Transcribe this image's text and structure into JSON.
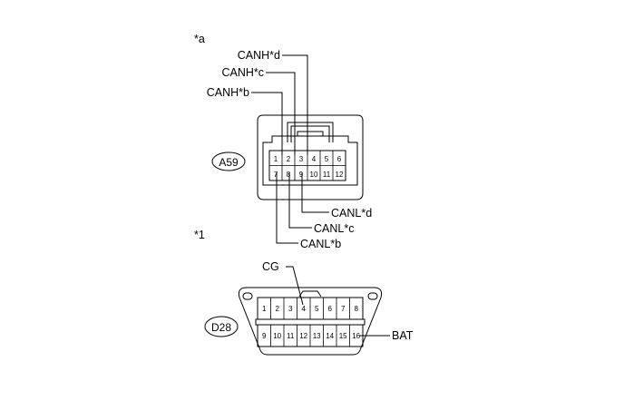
{
  "connector_a": {
    "marker": "*a",
    "id": "A59",
    "top_pins": [
      "1",
      "2",
      "3",
      "4",
      "5",
      "6"
    ],
    "bottom_pins": [
      "7",
      "8",
      "9",
      "10",
      "11",
      "12"
    ],
    "labels": {
      "canh_d": "CANH*d",
      "canh_c": "CANH*c",
      "canh_b": "CANH*b",
      "canl_d": "CANL*d",
      "canl_c": "CANL*c",
      "canl_b": "CANL*b"
    }
  },
  "connector_1": {
    "marker": "*1",
    "id": "D28",
    "top_pins": [
      "1",
      "2",
      "3",
      "4",
      "5",
      "6",
      "7",
      "8"
    ],
    "bottom_pins": [
      "9",
      "10",
      "11",
      "12",
      "13",
      "14",
      "15",
      "16"
    ],
    "labels": {
      "cg": "CG",
      "bat": "BAT"
    }
  }
}
